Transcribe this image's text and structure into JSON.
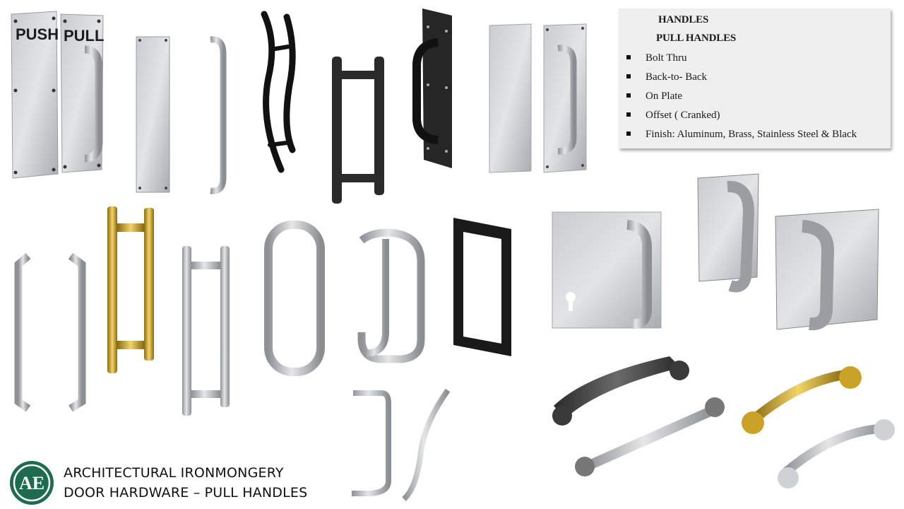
{
  "info_box": {
    "heading": "HANDLES",
    "subheading": "PULL HANDLES",
    "items": [
      "Bolt Thru",
      "Back-to- Back",
      "On Plate",
      "Offset ( Cranked)",
      "Finish:  Aluminum, Brass, Stainless Steel & Black"
    ]
  },
  "plates": {
    "push_label": "PUSH",
    "pull_label": "PULL"
  },
  "footer": {
    "logo_text": "AE",
    "line1": "ARCHITECTURAL IRONMONGERY",
    "line2": "DOOR HARDWARE – PULL HANDLES"
  },
  "colors": {
    "logo_green": "#1e6b4f",
    "stainless": "#b9bcc0",
    "black_finish": "#1f1f1f",
    "brass": "#c9a227"
  }
}
